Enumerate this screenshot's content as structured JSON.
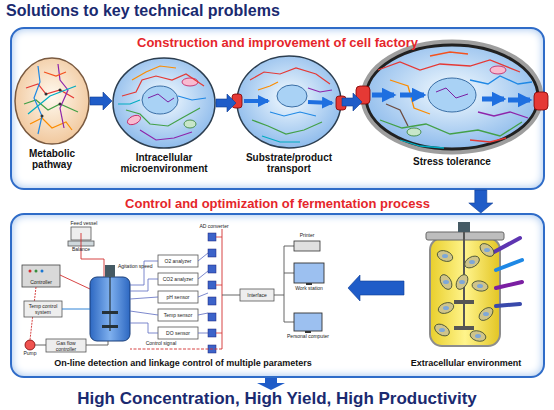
{
  "diagram": {
    "title": "Solutions to key technical problems",
    "nodes": [
      {
        "text": [
          "Construction and improvement of cell factory"
        ]
      },
      {
        "text": [
          "Metabolic pathway"
        ],
        "in": 0
      },
      {
        "text": [
          "Intracellular microenvironment"
        ],
        "in": 0
      },
      {
        "text": [
          "Substrate/product transport"
        ],
        "in": 0
      },
      {
        "text": [
          "Stress tolerance"
        ],
        "in": 0
      },
      {
        "text": [
          "Control and optimization of fermentation process"
        ]
      },
      {
        "text": [
          "On-line detection and linkage control of multiple parameters"
        ],
        "in": 5
      },
      {
        "text": [
          "Extracellular environment"
        ],
        "in": 5
      }
    ],
    "edges": [
      {
        "from": 1,
        "to": 2,
        "arrow": "to"
      },
      {
        "from": 2,
        "to": 3,
        "arrow": "to"
      },
      {
        "from": 3,
        "to": 4,
        "arrow": "to"
      },
      {
        "from": 0,
        "to": 5,
        "arrow": "to"
      },
      {
        "from": 7,
        "to": 6,
        "arrow": "to"
      }
    ],
    "labels": [
      "Feed vessel",
      "Balance",
      "Agitation speed",
      "AD converter",
      "Controller",
      "O2 analyzer",
      "CO2 analyzer",
      "pH sensor",
      "Temp sensor",
      "DO sensor",
      "Temp control system",
      "Pump",
      "Gas flow controller",
      "Interface",
      "Work station",
      "Printer",
      "Personal computer",
      "Control signal",
      "High Concentration, High Yield, High Productivity"
    ]
  }
}
